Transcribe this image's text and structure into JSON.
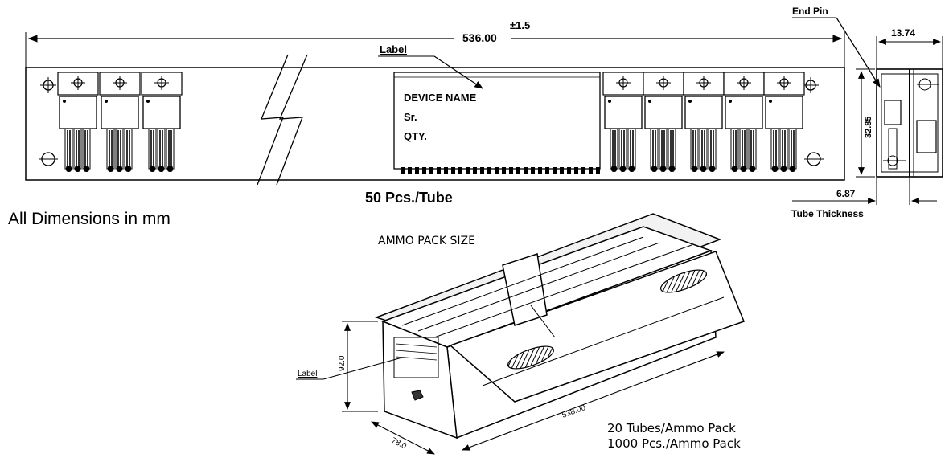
{
  "tube": {
    "length_value": "536.00",
    "tolerance": "±1.5",
    "label_caption": "Label",
    "label_lines": [
      "DEVICE NAME",
      "Sr.",
      "QTY."
    ],
    "pcs_per_tube": "50 Pcs./Tube",
    "all_dimensions_note": "All Dimensions in mm",
    "left_device_count": 3,
    "right_device_count": 5
  },
  "cross_section": {
    "end_pin_label": "End Pin",
    "width_value": "13.74",
    "height_value": "32.85",
    "thickness_value": "6.87",
    "thickness_label": "Tube Thickness"
  },
  "ammo_pack": {
    "title": "AMMO PACK SIZE",
    "label_caption": "Label",
    "height_value": "92.0",
    "width_value": "78.0",
    "length_value": "538.00",
    "tubes_per_pack": "20 Tubes/Ammo Pack",
    "pcs_per_pack": "1000 Pcs./Ammo Pack"
  }
}
